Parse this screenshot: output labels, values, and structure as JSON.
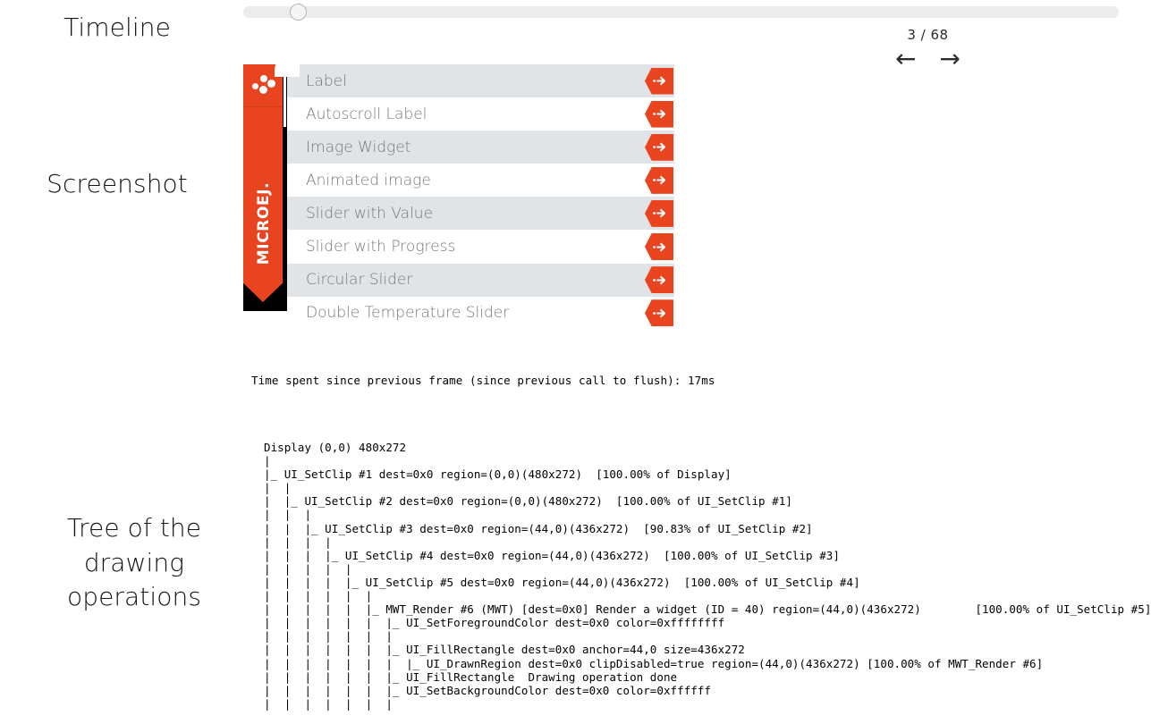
{
  "labels": {
    "timeline": "Timeline",
    "screenshot": "Screenshot",
    "tree": "Tree of the\ndrawing\noperations"
  },
  "timeline": {
    "name": "timeline-slider",
    "value_percent": 5.4,
    "track_color": "#ececec",
    "thumb_color": "#f5f5f5"
  },
  "pager": {
    "current": 3,
    "total": 68,
    "counter_text": "3 / 68",
    "prev_label": "←",
    "next_label": "→"
  },
  "device": {
    "brand": "MICROEJ.",
    "accent_color": "#e8441f",
    "row_alt_color": "#e0e4e7",
    "rows": [
      {
        "label": "Label",
        "alt": true
      },
      {
        "label": "Autoscroll Label",
        "alt": false
      },
      {
        "label": "Image Widget",
        "alt": true
      },
      {
        "label": "Animated image",
        "alt": false
      },
      {
        "label": "Slider with Value",
        "alt": true
      },
      {
        "label": "Slider with Progress",
        "alt": false
      },
      {
        "label": "Circular Slider",
        "alt": true
      },
      {
        "label": "Double Temperature Slider",
        "alt": false
      }
    ]
  },
  "console": {
    "headline": "Time spent since previous frame (since previous call to flush): 17ms",
    "tree_lines": [
      "Display (0,0) 480x272",
      "|",
      "|_ UI_SetClip #1 dest=0x0 region=(0,0)(480x272)  [100.00% of Display]",
      "|  |",
      "|  |_ UI_SetClip #2 dest=0x0 region=(0,0)(480x272)  [100.00% of UI_SetClip #1]",
      "|  |  |",
      "|  |  |_ UI_SetClip #3 dest=0x0 region=(44,0)(436x272)  [90.83% of UI_SetClip #2]",
      "|  |  |  |",
      "|  |  |  |_ UI_SetClip #4 dest=0x0 region=(44,0)(436x272)  [100.00% of UI_SetClip #3]",
      "|  |  |  |  |",
      "|  |  |  |  |_ UI_SetClip #5 dest=0x0 region=(44,0)(436x272)  [100.00% of UI_SetClip #4]",
      "|  |  |  |  |  |",
      "|  |  |  |  |  |_ MWT_Render #6 (MWT) [dest=0x0] Render a widget (ID = 40) region=(44,0)(436x272)        [100.00% of UI_SetClip #5]",
      "|  |  |  |  |  |  |_ UI_SetForegroundColor dest=0x0 color=0xffffffff",
      "|  |  |  |  |  |  |",
      "|  |  |  |  |  |  |_ UI_FillRectangle dest=0x0 anchor=44,0 size=436x272",
      "|  |  |  |  |  |  |  |_ UI_DrawnRegion dest=0x0 clipDisabled=true region=(44,0)(436x272) [100.00% of MWT_Render #6]",
      "|  |  |  |  |  |  |_ UI_FillRectangle  Drawing operation done",
      "|  |  |  |  |  |  |_ UI_SetBackgroundColor dest=0x0 color=0xffffff",
      "|  |  |  |  |  |  |"
    ]
  }
}
